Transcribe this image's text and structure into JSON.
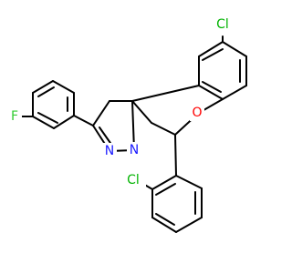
{
  "molecule": {
    "atoms": {
      "chlorine_top": {
        "label": "Cl",
        "color": "#00b300"
      },
      "fluorine": {
        "label": "F",
        "color": "#33cc33"
      },
      "nitrogen_imine": {
        "label": "N",
        "color": "#1a1aff"
      },
      "nitrogen_ring": {
        "label": "N",
        "color": "#1a1aff"
      },
      "oxygen": {
        "label": "O",
        "color": "#ff0000"
      },
      "chlorine_bottom": {
        "label": "Cl",
        "color": "#00b300"
      }
    },
    "bond_color": "#000000"
  }
}
